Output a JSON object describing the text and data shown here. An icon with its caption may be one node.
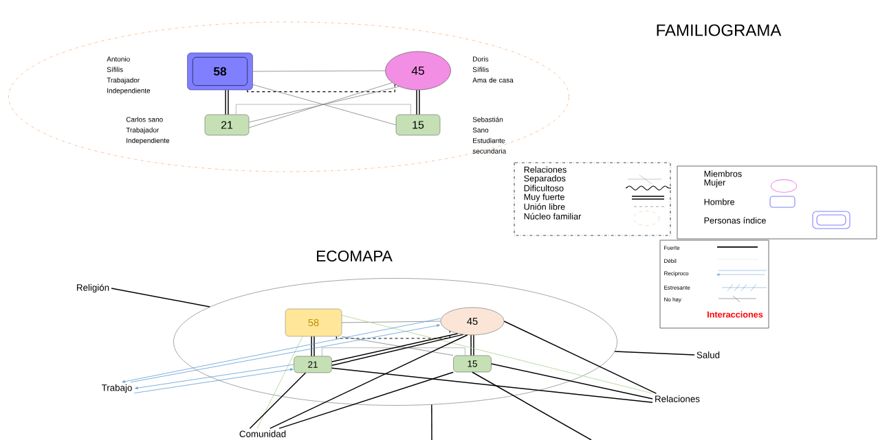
{
  "diagram": {
    "nodes": [
      {
        "text": [],
        "shape": "circle"
      },
      {
        "text": [
          "58"
        ],
        "in": 0,
        "beside": [
          "Antonio",
          "Sífilis",
          "Trabajador Independiente"
        ]
      },
      {
        "text": [
          "45"
        ],
        "in": 0,
        "beside": [
          "Doris",
          "Sífilis",
          "Ama de casa"
        ]
      },
      {
        "text": [
          "21"
        ],
        "in": 0,
        "beside": [
          "Carlos sano",
          "Trabajador Independiente"
        ]
      },
      {
        "text": [
          "15"
        ],
        "in": 0,
        "beside": [
          "Sebastián",
          "Sano",
          "Estudiante secundaria"
        ]
      },
      {
        "text": [],
        "shape": "circle"
      },
      {
        "text": [
          "58"
        ],
        "in": 5
      },
      {
        "text": [
          "45"
        ],
        "in": 5
      },
      {
        "text": [
          "21"
        ],
        "in": 5
      },
      {
        "text": [
          "15"
        ],
        "in": 5
      },
      {
        "text": [
          "Religión"
        ]
      },
      {
        "text": [
          "Trabajo"
        ]
      },
      {
        "text": [
          "Comunidad"
        ]
      },
      {
        "text": [
          "Salud"
        ]
      },
      {
        "text": [
          "Relaciones"
        ]
      }
    ],
    "edges": [
      {
        "from": 1,
        "to": 2,
        "arrow": "none",
        "color": "#7f7f7f"
      },
      {
        "from": 1,
        "to": 2,
        "arrow": "none",
        "style": "dashed"
      },
      {
        "from": 1,
        "to": 3,
        "arrow": "none",
        "style": "thick"
      },
      {
        "from": 2,
        "to": 4,
        "arrow": "none",
        "style": "thick"
      },
      {
        "from": 3,
        "to": 4,
        "arrow": "none",
        "color": "#a6a6a6"
      },
      {
        "from": 1,
        "to": 4,
        "arrow": "none",
        "color": "#7f7f7f"
      },
      {
        "from": 2,
        "to": 3,
        "arrow": "none",
        "color": "#7f7f7f"
      },
      {
        "from": 2,
        "to": 3,
        "arrow": "none",
        "color": "#7f7f7f"
      },
      {
        "from": 6,
        "to": 7,
        "arrow": "none",
        "color": "#7f7f7f"
      },
      {
        "from": 6,
        "to": 7,
        "arrow": "none",
        "style": "dashed"
      },
      {
        "from": 6,
        "to": 8,
        "arrow": "none",
        "style": "thick"
      },
      {
        "from": 7,
        "to": 9,
        "arrow": "none",
        "style": "thick"
      },
      {
        "from": 8,
        "to": 9,
        "arrow": "none",
        "color": "#a6a6a6"
      },
      {
        "from": 6,
        "to": 9,
        "arrow": "none",
        "color": "#7f7f7f"
      },
      {
        "from": 6,
        "to": 14,
        "arrow": "none",
        "color": "#a9d18e"
      },
      {
        "from": 6,
        "to": 12,
        "arrow": "none",
        "color": "#a9d18e"
      },
      {
        "from": 10,
        "to": 5,
        "arrow": "none"
      },
      {
        "from": 13,
        "to": 5,
        "arrow": "none"
      },
      {
        "from": 7,
        "to": 11,
        "arrow": "to",
        "color": "#5b9bd5"
      },
      {
        "from": 11,
        "to": 7,
        "arrow": "to",
        "color": "#5b9bd5"
      },
      {
        "from": 8,
        "to": 11,
        "arrow": "to",
        "color": "#5b9bd5"
      },
      {
        "from": 11,
        "to": 8,
        "arrow": "to",
        "color": "#5b9bd5"
      },
      {
        "from": 7,
        "to": 8,
        "arrow": "none"
      },
      {
        "from": 7,
        "to": 8,
        "arrow": "none"
      },
      {
        "from": 7,
        "to": 12,
        "arrow": "none"
      },
      {
        "from": 9,
        "to": 12,
        "arrow": "none"
      },
      {
        "from": 8,
        "to": 12,
        "arrow": "none"
      },
      {
        "from": 7,
        "to": 14,
        "arrow": "none"
      },
      {
        "from": 9,
        "to": 14,
        "arrow": "none"
      },
      {
        "from": 8,
        "to": 14,
        "arrow": "none"
      },
      {
        "from": 5,
        "to": null,
        "arrow": "none"
      },
      {
        "from": 9,
        "to": null,
        "arrow": "none"
      }
    ],
    "labels": [
      "FAMILIOGRAMA",
      "Relaciones",
      "Miembros",
      "ECOMAPA",
      "Interacciones"
    ],
    "legend": [
      {
        "text": "Separados"
      },
      {
        "text": "Dificultoso"
      },
      {
        "text": "Muy fuerte"
      },
      {
        "text": "Unión libre"
      },
      {
        "text": "Núcleo familiar"
      },
      {
        "text": "Mujer"
      },
      {
        "text": "Hombre"
      },
      {
        "text": "Personas índice"
      },
      {
        "text": "Fuerte"
      },
      {
        "text": "Débil"
      },
      {
        "text": "Reciproco"
      },
      {
        "text": "Estresante"
      },
      {
        "text": "No hay"
      }
    ]
  }
}
